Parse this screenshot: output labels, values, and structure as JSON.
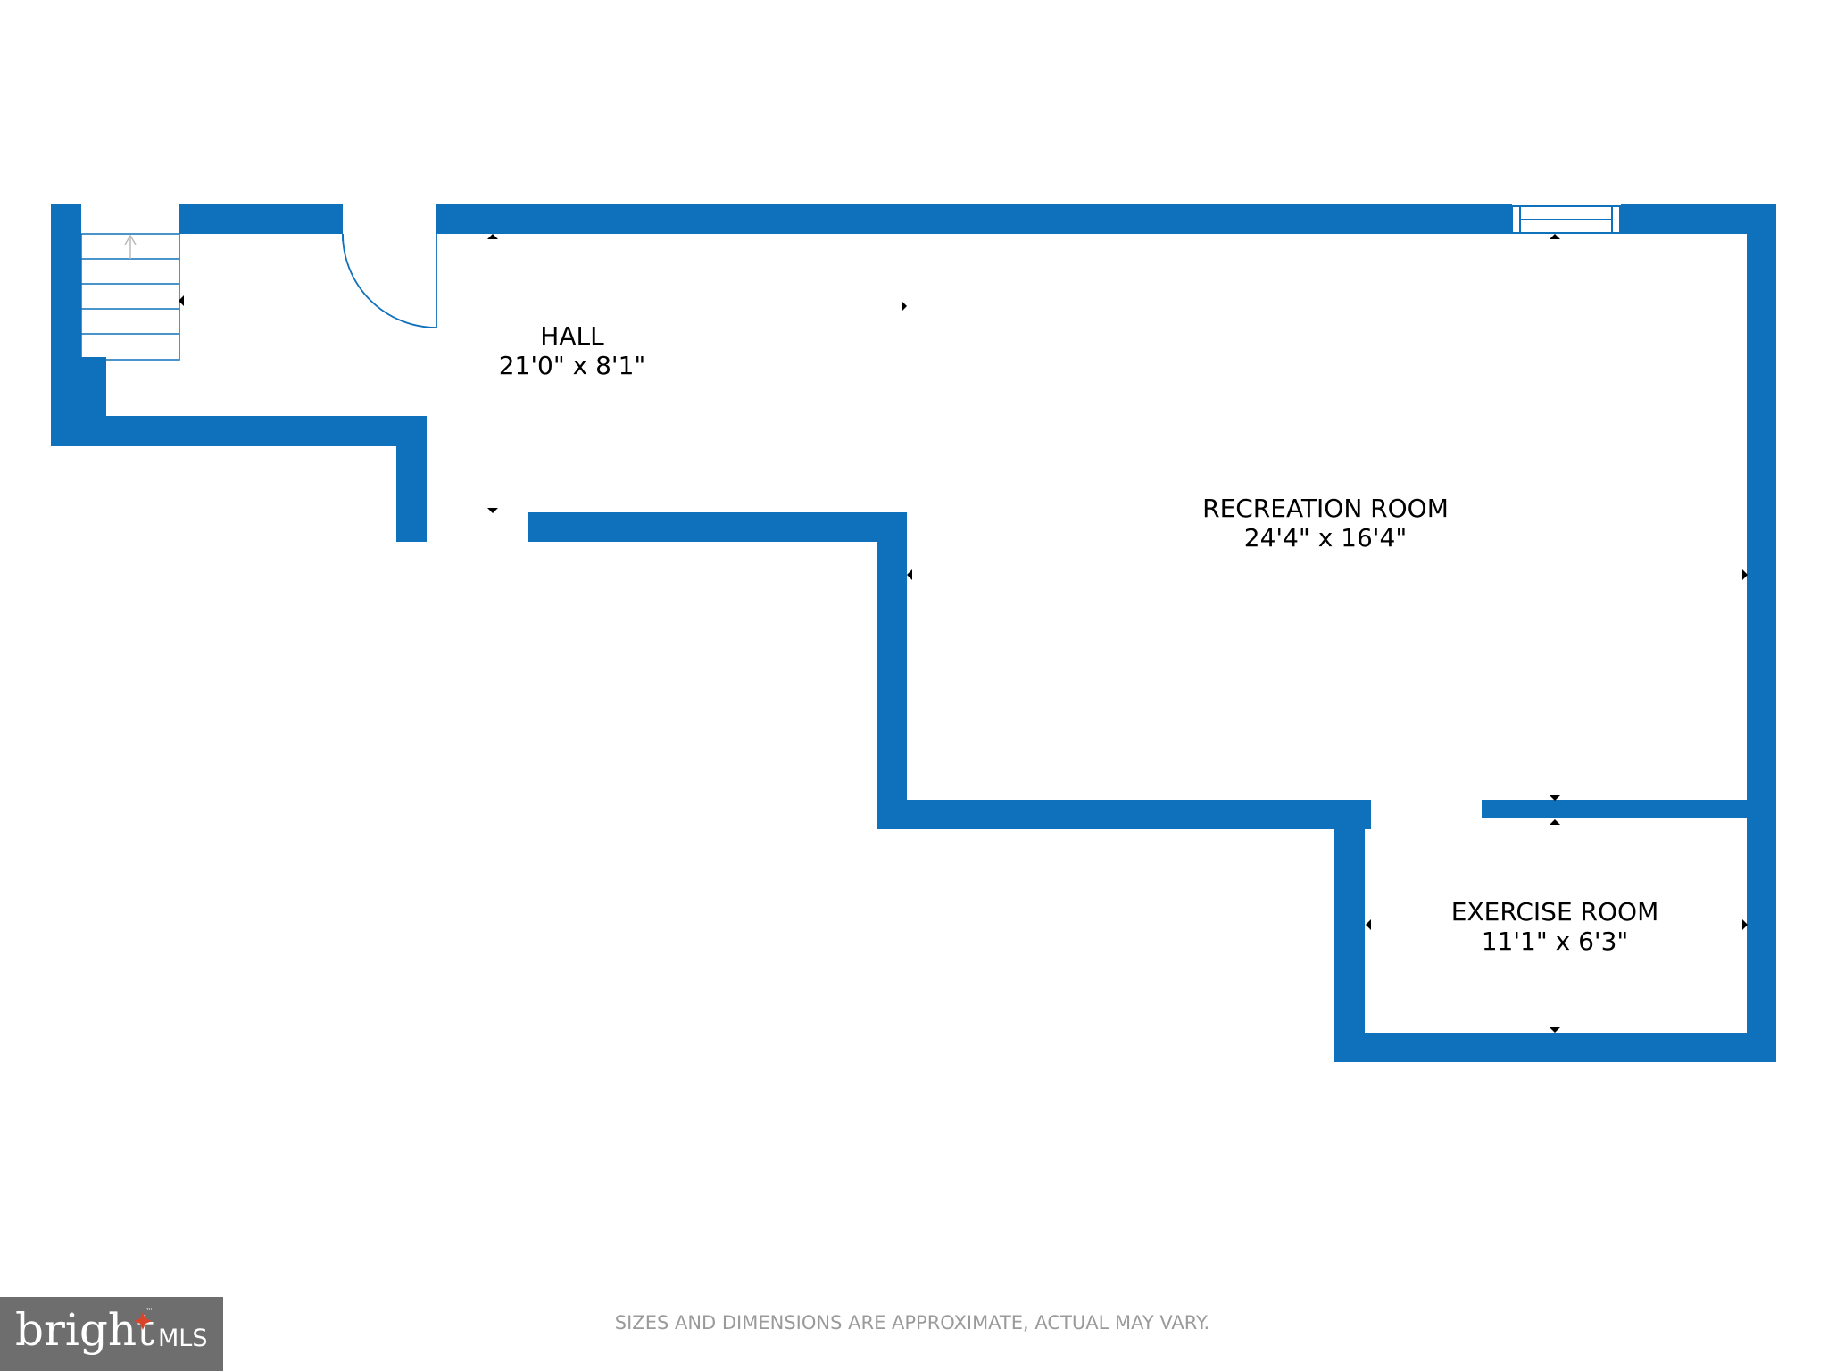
{
  "rooms": [
    {
      "name": "HALL",
      "dimensions": "21'0\" x 8'1\""
    },
    {
      "name": "RECREATION ROOM",
      "dimensions": "24'4\" x 16'4\""
    },
    {
      "name": "EXERCISE ROOM",
      "dimensions": "11'1\" x 6'3\""
    }
  ],
  "disclaimer": "SIZES AND DIMENSIONS ARE APPROXIMATE, ACTUAL MAY VARY.",
  "logo": {
    "brand": "bright",
    "suffix": "MLS",
    "trademark": "™"
  },
  "colors": {
    "wall": "#0f70bb",
    "background": "#ffffff",
    "logo_box": "#6e6e6e",
    "logo_accent": "#d9452b",
    "disclaimer_text": "#9a9a9a"
  }
}
